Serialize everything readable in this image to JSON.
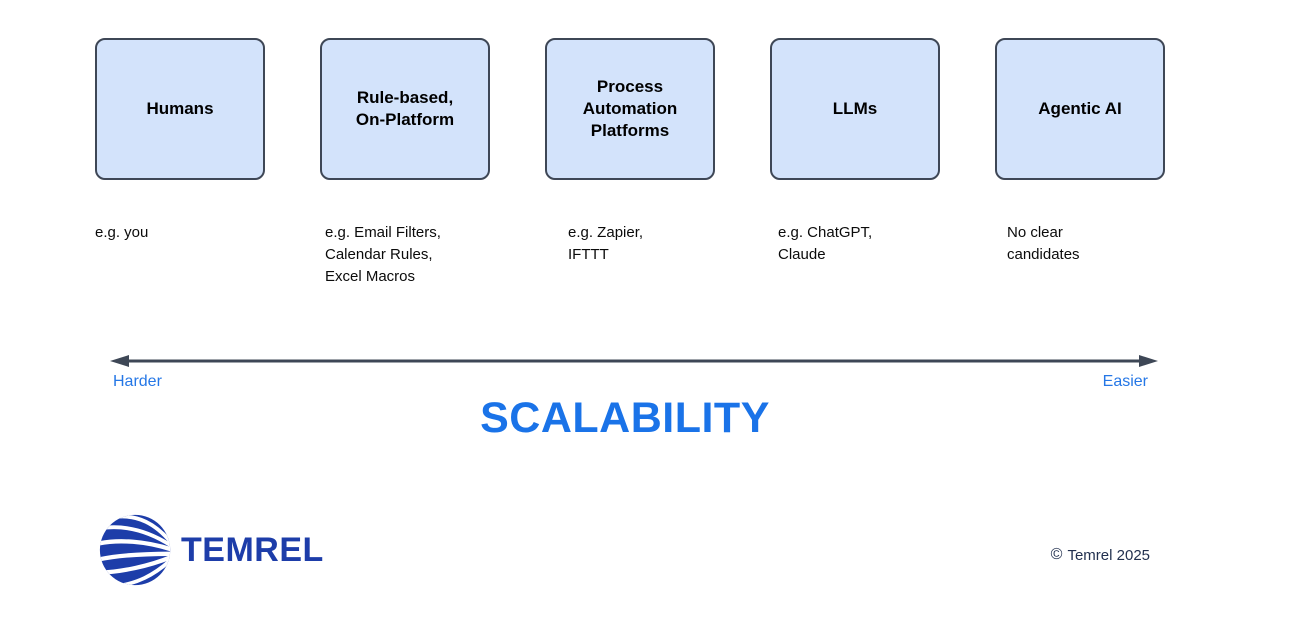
{
  "diagram": {
    "columns": [
      {
        "box_label": "Humans",
        "example": "e.g. you"
      },
      {
        "box_label": "Rule-based,\nOn-Platform",
        "example": "e.g. Email Filters,\nCalendar Rules,\nExcel Macros"
      },
      {
        "box_label": "Process\nAutomation\nPlatforms",
        "example": "e.g. Zapier,\nIFTTT"
      },
      {
        "box_label": "LLMs",
        "example": "e.g. ChatGPT,\nClaude"
      },
      {
        "box_label": "Agentic AI",
        "example": "No clear\ncandidates"
      }
    ],
    "axis": {
      "left_label": "Harder",
      "right_label": "Easier",
      "title": "SCALABILITY"
    },
    "footer": {
      "brand": "TEMREL",
      "copyright_symbol": "©",
      "copyright_text": "Temrel 2025"
    },
    "colors": {
      "box_fill": "#d3e3fb",
      "box_border": "#3e4756",
      "arrow": "#3e4756",
      "axis_label_blue": "#2577e6",
      "title_blue": "#1a73e8",
      "brand_navy": "#1d3da9",
      "copyright_navy": "#22304f"
    },
    "icons": {
      "logo": "temrel-globe-logo"
    }
  }
}
